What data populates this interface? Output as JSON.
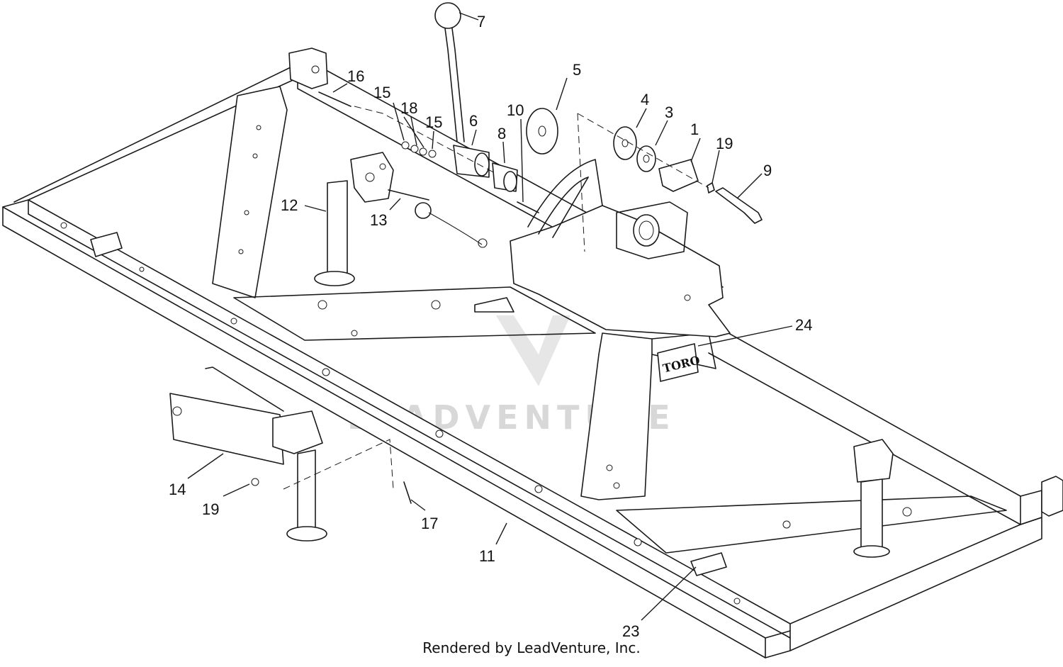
{
  "watermark": "LEADVENTURE",
  "decal_brand": "TORO",
  "credit": "Rendered by LeadVenture, Inc.",
  "callouts": [
    {
      "id": "1",
      "label": "1"
    },
    {
      "id": "3",
      "label": "3"
    },
    {
      "id": "4",
      "label": "4"
    },
    {
      "id": "5",
      "label": "5"
    },
    {
      "id": "6",
      "label": "6"
    },
    {
      "id": "7",
      "label": "7"
    },
    {
      "id": "8",
      "label": "8"
    },
    {
      "id": "9",
      "label": "9"
    },
    {
      "id": "10",
      "label": "10"
    },
    {
      "id": "11",
      "label": "11"
    },
    {
      "id": "12",
      "label": "12"
    },
    {
      "id": "13",
      "label": "13"
    },
    {
      "id": "14",
      "label": "14"
    },
    {
      "id": "15a",
      "label": "15"
    },
    {
      "id": "15b",
      "label": "15"
    },
    {
      "id": "16",
      "label": "16"
    },
    {
      "id": "17",
      "label": "17"
    },
    {
      "id": "18",
      "label": "18"
    },
    {
      "id": "19a",
      "label": "19"
    },
    {
      "id": "19b",
      "label": "19"
    },
    {
      "id": "23",
      "label": "23"
    },
    {
      "id": "24",
      "label": "24"
    }
  ]
}
